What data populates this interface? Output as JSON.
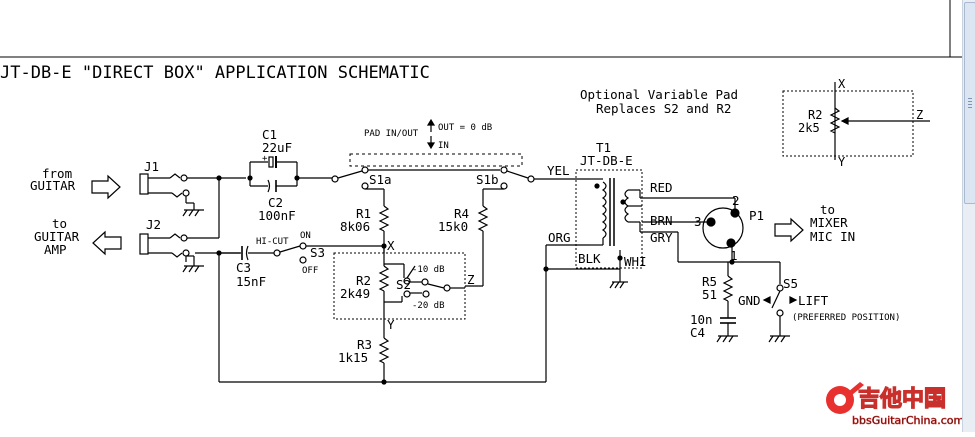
{
  "schematic": {
    "title": "JT-DB-E \"DIRECT BOX\" APPLICATION SCHEMATIC",
    "optional_pad_note_line1": "Optional Variable Pad",
    "optional_pad_note_line2": "Replaces S2 and R2",
    "source_line1": "from",
    "source_line2": "GUITAR",
    "amp_line1": "to",
    "amp_line2": "GUITAR",
    "amp_line3": "AMP",
    "mixer_line1": "to",
    "mixer_line2": "MIXER",
    "mixer_line3": "MIC IN",
    "pad_switch_label": "PAD IN/OUT",
    "pad_out_label": "OUT = 0 dB",
    "pad_in_label": "IN",
    "components": {
      "j1": "J1",
      "j2": "J2",
      "c1": "C1",
      "c1_value": "22uF",
      "c2": "C2",
      "c2_value": "100nF",
      "c3": "C3",
      "c3_value": "15nF",
      "c4": "C4",
      "c4_value": "10n",
      "r1": "R1",
      "r1_value": "8k06",
      "r2": "R2",
      "r2_value": "2k49",
      "r3": "R3",
      "r3_value": "1k15",
      "r4": "R4",
      "r4_value": "15k0",
      "r5": "R5",
      "r5_value": "51",
      "pot_r2": "R2",
      "pot_r2_value": "2k5",
      "s1a": "S1a",
      "s1b": "S1b",
      "s2": "S2",
      "s3": "S3",
      "s5": "S5",
      "t1": "T1",
      "t1_part": "JT-DB-E",
      "p1": "P1"
    },
    "switch_labels": {
      "hi_cut": "HI-CUT",
      "on": "ON",
      "off": "OFF",
      "s2_upper": "-10 dB",
      "s2_lower": "-20 dB",
      "gnd": "GND",
      "lift": "LIFT",
      "preferred": "(PREFERRED POSITION)"
    },
    "wire_labels": {
      "yel": "YEL",
      "org": "ORG",
      "blk": "BLK",
      "whi": "WHI",
      "red": "RED",
      "brn": "BRN",
      "gry": "GRY"
    },
    "nodes": {
      "x": "X",
      "y": "Y",
      "z": "Z",
      "pin1": "1",
      "pin2": "2",
      "pin3": "3"
    },
    "pot_nodes": {
      "x": "X",
      "y": "Y",
      "z": "Z"
    }
  },
  "watermark": {
    "chinese": "吉他中国",
    "url": "bbsGuitarChina.com"
  }
}
